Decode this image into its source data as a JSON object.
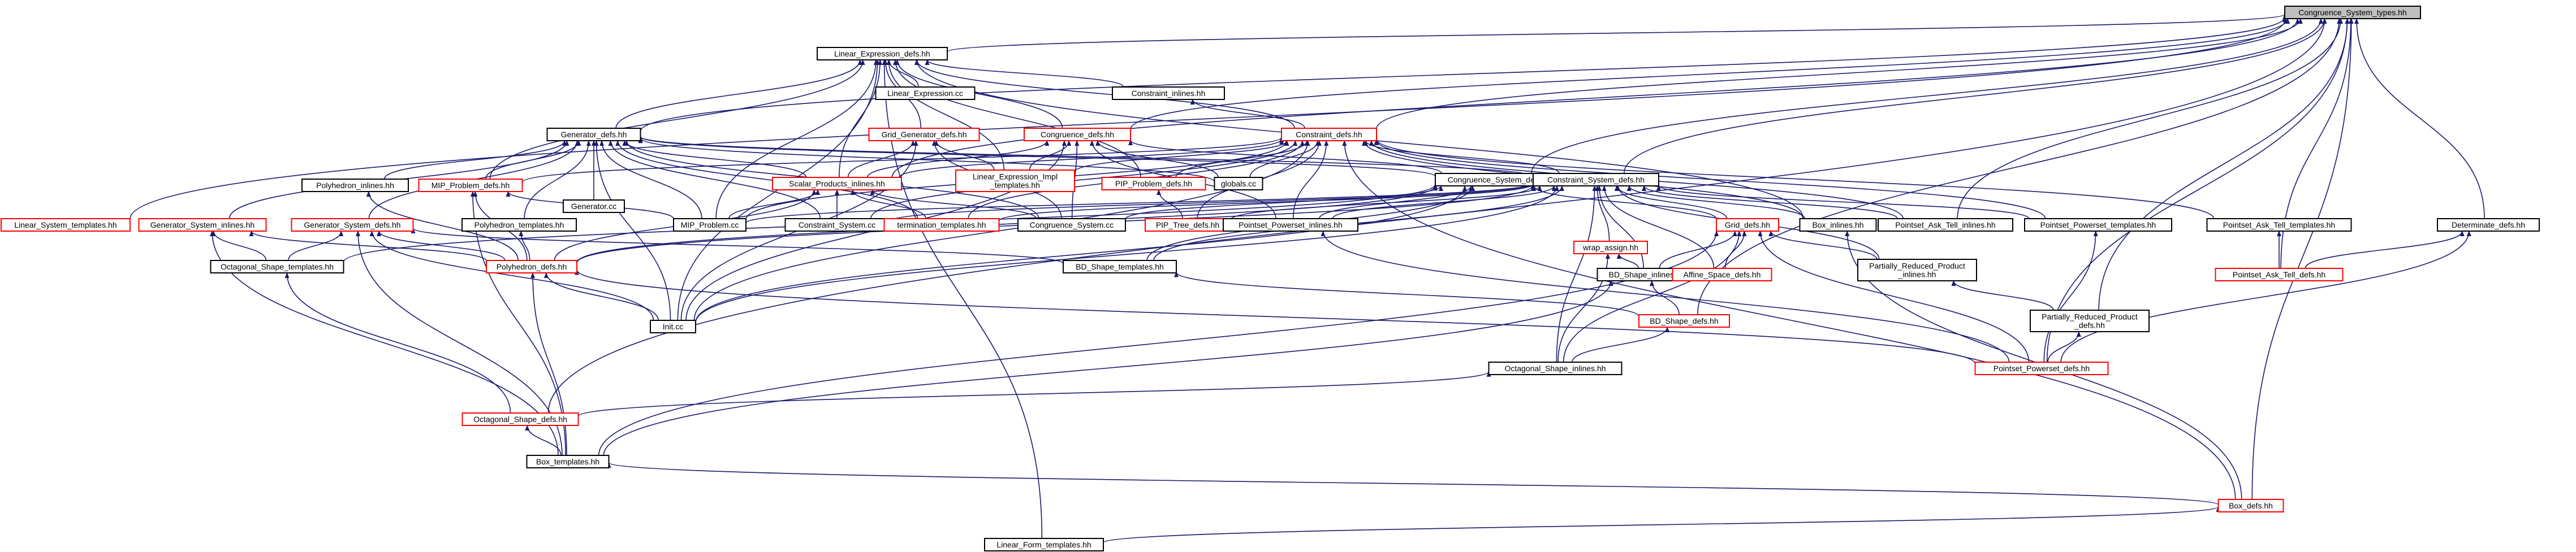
{
  "colors": {
    "edge": "#191970",
    "text": "#000000",
    "stroke_normal": "#000000",
    "stroke_incomplete": "#ff0000",
    "fill_root": "#bfbfbf",
    "fill_normal": "#ffffff"
  },
  "nodes": [
    {
      "id": "root",
      "label": "Congruence_System_types.hh",
      "kind": "root"
    },
    {
      "id": "lin_expr_defs",
      "label": "Linear_Expression_defs.hh",
      "kind": "normal"
    },
    {
      "id": "lin_expr_cc",
      "label": "Linear_Expression.cc",
      "kind": "normal"
    },
    {
      "id": "constraint_inlines",
      "label": "Constraint_inlines.hh",
      "kind": "normal"
    },
    {
      "id": "generator_defs",
      "label": "Generator_defs.hh",
      "kind": "normal"
    },
    {
      "id": "grid_generator_defs",
      "label": "Grid_Generator_defs.hh",
      "kind": "red"
    },
    {
      "id": "congruence_defs",
      "label": "Congruence_defs.hh",
      "kind": "red"
    },
    {
      "id": "constraint_defs",
      "label": "Constraint_defs.hh",
      "kind": "red"
    },
    {
      "id": "polyhedron_inlines",
      "label": "Polyhedron_inlines.hh",
      "kind": "normal"
    },
    {
      "id": "mip_problem_defs",
      "label": "MIP_Problem_defs.hh",
      "kind": "red"
    },
    {
      "id": "generator_cc",
      "label": "Generator.cc",
      "kind": "normal"
    },
    {
      "id": "scalar_products_inlines",
      "label": "Scalar_Products_inlines.hh",
      "kind": "red"
    },
    {
      "id": "lin_expr_impl_templates",
      "label": "Linear_Expression_Impl\n_templates.hh",
      "kind": "red"
    },
    {
      "id": "pip_problem_defs",
      "label": "PIP_Problem_defs.hh",
      "kind": "red"
    },
    {
      "id": "globals_cc",
      "label": "globals.cc",
      "kind": "normal"
    },
    {
      "id": "congruence_system_defs",
      "label": "Congruence_System_defs.hh",
      "kind": "normal"
    },
    {
      "id": "constraint_system_defs",
      "label": "Constraint_System_defs.hh",
      "kind": "normal"
    },
    {
      "id": "linear_system_templates",
      "label": "Linear_System_templates.hh",
      "kind": "red"
    },
    {
      "id": "generator_system_inlines",
      "label": "Generator_System_inlines.hh",
      "kind": "red"
    },
    {
      "id": "generator_system_defs",
      "label": "Generator_System_defs.hh",
      "kind": "red"
    },
    {
      "id": "polyhedron_templates",
      "label": "Polyhedron_templates.hh",
      "kind": "normal"
    },
    {
      "id": "mip_problem_cc",
      "label": "MIP_Problem.cc",
      "kind": "normal"
    },
    {
      "id": "constraint_system_cc",
      "label": "Constraint_System.cc",
      "kind": "normal"
    },
    {
      "id": "termination_templates",
      "label": "termination_templates.hh",
      "kind": "red"
    },
    {
      "id": "congruence_system_cc",
      "label": "Congruence_System.cc",
      "kind": "normal"
    },
    {
      "id": "pip_tree_defs",
      "label": "PIP_Tree_defs.hh",
      "kind": "red"
    },
    {
      "id": "pointset_powerset_inlines",
      "label": "Pointset_Powerset_inlines.hh",
      "kind": "normal"
    },
    {
      "id": "wrap_assign",
      "label": "wrap_assign.hh",
      "kind": "red"
    },
    {
      "id": "grid_defs",
      "label": "Grid_defs.hh",
      "kind": "red"
    },
    {
      "id": "box_inlines",
      "label": "Box_inlines.hh",
      "kind": "normal"
    },
    {
      "id": "pointset_ask_tell_inlines",
      "label": "Pointset_Ask_Tell_inlines.hh",
      "kind": "normal"
    },
    {
      "id": "pointset_powerset_templates",
      "label": "Pointset_Powerset_templates.hh",
      "kind": "normal"
    },
    {
      "id": "pointset_ask_tell_templates",
      "label": "Pointset_Ask_Tell_templates.hh",
      "kind": "normal"
    },
    {
      "id": "determinate_defs",
      "label": "Determinate_defs.hh",
      "kind": "normal"
    },
    {
      "id": "octagonal_shape_templates",
      "label": "Octagonal_Shape_templates.hh",
      "kind": "normal"
    },
    {
      "id": "polyhedron_defs",
      "label": "Polyhedron_defs.hh",
      "kind": "red"
    },
    {
      "id": "bd_shape_templates",
      "label": "BD_Shape_templates.hh",
      "kind": "normal"
    },
    {
      "id": "bd_shape_inlines",
      "label": "BD_Shape_inlines.hh",
      "kind": "normal"
    },
    {
      "id": "affine_space_defs",
      "label": "Affine_Space_defs.hh",
      "kind": "red"
    },
    {
      "id": "partially_reduced_product_inlines",
      "label": "Partially_Reduced_Product\n_inlines.hh",
      "kind": "normal"
    },
    {
      "id": "pointset_ask_tell_defs",
      "label": "Pointset_Ask_Tell_defs.hh",
      "kind": "red"
    },
    {
      "id": "init_cc",
      "label": "Init.cc",
      "kind": "normal"
    },
    {
      "id": "bd_shape_defs",
      "label": "BD_Shape_defs.hh",
      "kind": "red"
    },
    {
      "id": "partially_reduced_product_defs",
      "label": "Partially_Reduced_Product\n_defs.hh",
      "kind": "normal"
    },
    {
      "id": "octagonal_shape_inlines",
      "label": "Octagonal_Shape_inlines.hh",
      "kind": "normal"
    },
    {
      "id": "pointset_powerset_defs",
      "label": "Pointset_Powerset_defs.hh",
      "kind": "red"
    },
    {
      "id": "octagonal_shape_defs",
      "label": "Octagonal_Shape_defs.hh",
      "kind": "red"
    },
    {
      "id": "box_templates",
      "label": "Box_templates.hh",
      "kind": "normal"
    },
    {
      "id": "box_defs",
      "label": "Box_defs.hh",
      "kind": "red"
    },
    {
      "id": "linear_form_templates",
      "label": "Linear_Form_templates.hh",
      "kind": "normal"
    }
  ],
  "edges": [
    [
      "lin_expr_defs",
      "root"
    ],
    [
      "generator_defs",
      "root"
    ],
    [
      "congruence_defs",
      "root"
    ],
    [
      "constraint_defs",
      "root"
    ],
    [
      "congruence_system_defs",
      "root"
    ],
    [
      "constraint_system_defs",
      "root"
    ],
    [
      "pointset_ask_tell_inlines",
      "root"
    ],
    [
      "determinate_defs",
      "root"
    ],
    [
      "pointset_ask_tell_defs",
      "root"
    ],
    [
      "partially_reduced_product_defs",
      "root"
    ],
    [
      "pointset_powerset_defs",
      "root"
    ],
    [
      "octagonal_shape_defs",
      "root"
    ],
    [
      "box_defs",
      "root"
    ],
    [
      "bd_shape_defs",
      "root"
    ],
    [
      "scalar_products_inlines",
      "root"
    ],
    [
      "linear_system_templates",
      "root"
    ],
    [
      "lin_expr_cc",
      "lin_expr_defs"
    ],
    [
      "constraint_inlines",
      "lin_expr_defs"
    ],
    [
      "generator_defs",
      "lin_expr_defs"
    ],
    [
      "grid_generator_defs",
      "lin_expr_defs"
    ],
    [
      "congruence_defs",
      "lin_expr_defs"
    ],
    [
      "constraint_defs",
      "lin_expr_defs"
    ],
    [
      "mip_problem_defs",
      "lin_expr_defs"
    ],
    [
      "scalar_products_inlines",
      "lin_expr_defs"
    ],
    [
      "lin_expr_impl_templates",
      "lin_expr_defs"
    ],
    [
      "pip_problem_defs",
      "lin_expr_defs"
    ],
    [
      "box_inlines",
      "lin_expr_defs"
    ],
    [
      "mip_problem_cc",
      "lin_expr_defs"
    ],
    [
      "init_cc",
      "lin_expr_defs"
    ],
    [
      "linear_form_templates",
      "lin_expr_defs"
    ],
    [
      "constraint_defs",
      "constraint_inlines"
    ],
    [
      "polyhedron_inlines",
      "generator_defs"
    ],
    [
      "mip_problem_defs",
      "generator_defs"
    ],
    [
      "generator_cc",
      "generator_defs"
    ],
    [
      "scalar_products_inlines",
      "generator_defs"
    ],
    [
      "globals_cc",
      "generator_defs"
    ],
    [
      "congruence_system_defs",
      "generator_defs"
    ],
    [
      "constraint_system_defs",
      "generator_defs"
    ],
    [
      "generator_system_inlines",
      "generator_defs"
    ],
    [
      "generator_system_defs",
      "generator_defs"
    ],
    [
      "polyhedron_templates",
      "generator_defs"
    ],
    [
      "mip_problem_cc",
      "generator_defs"
    ],
    [
      "constraint_system_cc",
      "generator_defs"
    ],
    [
      "termination_templates",
      "generator_defs"
    ],
    [
      "congruence_system_cc",
      "generator_defs"
    ],
    [
      "init_cc",
      "generator_defs"
    ],
    [
      "scalar_products_inlines",
      "grid_generator_defs"
    ],
    [
      "lin_expr_impl_templates",
      "grid_generator_defs"
    ],
    [
      "congruence_system_cc",
      "grid_generator_defs"
    ],
    [
      "init_cc",
      "grid_generator_defs"
    ],
    [
      "scalar_products_inlines",
      "congruence_defs"
    ],
    [
      "lin_expr_impl_templates",
      "congruence_defs"
    ],
    [
      "globals_cc",
      "congruence_defs"
    ],
    [
      "congruence_system_defs",
      "congruence_defs"
    ],
    [
      "congruence_system_cc",
      "congruence_defs"
    ],
    [
      "pointset_powerset_inlines",
      "congruence_defs"
    ],
    [
      "init_cc",
      "congruence_defs"
    ],
    [
      "mip_problem_defs",
      "constraint_defs"
    ],
    [
      "scalar_products_inlines",
      "constraint_defs"
    ],
    [
      "lin_expr_impl_templates",
      "constraint_defs"
    ],
    [
      "pip_problem_defs",
      "constraint_defs"
    ],
    [
      "globals_cc",
      "constraint_defs"
    ],
    [
      "constraint_system_defs",
      "constraint_defs"
    ],
    [
      "mip_problem_cc",
      "constraint_defs"
    ],
    [
      "constraint_system_cc",
      "constraint_defs"
    ],
    [
      "termination_templates",
      "constraint_defs"
    ],
    [
      "pip_tree_defs",
      "constraint_defs"
    ],
    [
      "pointset_powerset_inlines",
      "constraint_defs"
    ],
    [
      "box_inlines",
      "constraint_defs"
    ],
    [
      "pointset_ask_tell_inlines",
      "constraint_defs"
    ],
    [
      "pointset_powerset_templates",
      "constraint_defs"
    ],
    [
      "pointset_ask_tell_templates",
      "constraint_defs"
    ],
    [
      "init_cc",
      "constraint_defs"
    ],
    [
      "box_defs",
      "constraint_defs"
    ],
    [
      "polyhedron_defs",
      "polyhedron_inlines"
    ],
    [
      "box_templates",
      "mip_problem_defs"
    ],
    [
      "polyhedron_defs",
      "mip_problem_defs"
    ],
    [
      "mip_problem_cc",
      "mip_problem_defs"
    ],
    [
      "mip_problem_cc",
      "scalar_products_inlines"
    ],
    [
      "constraint_system_cc",
      "scalar_products_inlines"
    ],
    [
      "termination_templates",
      "scalar_products_inlines"
    ],
    [
      "congruence_system_cc",
      "scalar_products_inlines"
    ],
    [
      "polyhedron_defs",
      "scalar_products_inlines"
    ],
    [
      "pip_tree_defs",
      "pip_problem_defs"
    ],
    [
      "congruence_system_cc",
      "congruence_system_defs"
    ],
    [
      "pointset_powerset_inlines",
      "congruence_system_defs"
    ],
    [
      "grid_defs",
      "congruence_system_defs"
    ],
    [
      "polyhedron_defs",
      "congruence_system_defs"
    ],
    [
      "bd_shape_templates",
      "congruence_system_defs"
    ],
    [
      "init_cc",
      "congruence_system_defs"
    ],
    [
      "octagonal_shape_templates",
      "congruence_system_defs"
    ],
    [
      "mip_problem_cc",
      "constraint_system_defs"
    ],
    [
      "constraint_system_cc",
      "constraint_system_defs"
    ],
    [
      "termination_templates",
      "constraint_system_defs"
    ],
    [
      "pip_tree_defs",
      "constraint_system_defs"
    ],
    [
      "pointset_powerset_inlines",
      "constraint_system_defs"
    ],
    [
      "wrap_assign",
      "constraint_system_defs"
    ],
    [
      "grid_defs",
      "constraint_system_defs"
    ],
    [
      "box_inlines",
      "constraint_system_defs"
    ],
    [
      "pointset_ask_tell_inlines",
      "constraint_system_defs"
    ],
    [
      "pointset_powerset_templates",
      "constraint_system_defs"
    ],
    [
      "bd_shape_inlines",
      "constraint_system_defs"
    ],
    [
      "affine_space_defs",
      "constraint_system_defs"
    ],
    [
      "partially_reduced_product_inlines",
      "constraint_system_defs"
    ],
    [
      "polyhedron_defs",
      "constraint_system_defs"
    ],
    [
      "bd_shape_templates",
      "constraint_system_defs"
    ],
    [
      "octagonal_shape_inlines",
      "constraint_system_defs"
    ],
    [
      "init_cc",
      "constraint_system_defs"
    ],
    [
      "octagonal_shape_templates",
      "generator_system_inlines"
    ],
    [
      "polyhedron_defs",
      "generator_system_inlines"
    ],
    [
      "box_templates",
      "generator_system_inlines"
    ],
    [
      "octagonal_shape_templates",
      "generator_system_defs"
    ],
    [
      "polyhedron_defs",
      "generator_system_defs"
    ],
    [
      "bd_shape_templates",
      "generator_system_defs"
    ],
    [
      "init_cc",
      "generator_system_defs"
    ],
    [
      "box_templates",
      "generator_system_defs"
    ],
    [
      "polyhedron_defs",
      "polyhedron_templates"
    ],
    [
      "octagonal_shape_inlines",
      "wrap_assign"
    ],
    [
      "bd_shape_inlines",
      "wrap_assign"
    ],
    [
      "bd_shape_inlines",
      "grid_defs"
    ],
    [
      "affine_space_defs",
      "grid_defs"
    ],
    [
      "partially_reduced_product_inlines",
      "grid_defs"
    ],
    [
      "pointset_powerset_defs",
      "grid_defs"
    ],
    [
      "octagonal_shape_inlines",
      "grid_defs"
    ],
    [
      "box_templates",
      "grid_defs"
    ],
    [
      "box_defs",
      "box_inlines"
    ],
    [
      "pointset_ask_tell_defs",
      "pointset_ask_tell_templates"
    ],
    [
      "pointset_powerset_defs",
      "pointset_powerset_templates"
    ],
    [
      "pointset_ask_tell_defs",
      "determinate_defs"
    ],
    [
      "pointset_powerset_defs",
      "determinate_defs"
    ],
    [
      "octagonal_shape_defs",
      "octagonal_shape_templates"
    ],
    [
      "init_cc",
      "polyhedron_defs"
    ],
    [
      "box_templates",
      "polyhedron_defs"
    ],
    [
      "pointset_powerset_defs",
      "polyhedron_defs"
    ],
    [
      "bd_shape_defs",
      "bd_shape_templates"
    ],
    [
      "bd_shape_defs",
      "bd_shape_inlines"
    ],
    [
      "box_templates",
      "bd_shape_inlines"
    ],
    [
      "partially_reduced_product_defs",
      "partially_reduced_product_inlines"
    ],
    [
      "pointset_powerset_defs",
      "pointset_powerset_inlines"
    ],
    [
      "octagonal_shape_inlines",
      "bd_shape_defs"
    ],
    [
      "pointset_powerset_defs",
      "partially_reduced_product_defs"
    ],
    [
      "octagonal_shape_defs",
      "octagonal_shape_inlines"
    ],
    [
      "box_templates",
      "octagonal_shape_defs"
    ],
    [
      "box_defs",
      "box_templates"
    ],
    [
      "linear_form_templates",
      "box_defs"
    ]
  ]
}
